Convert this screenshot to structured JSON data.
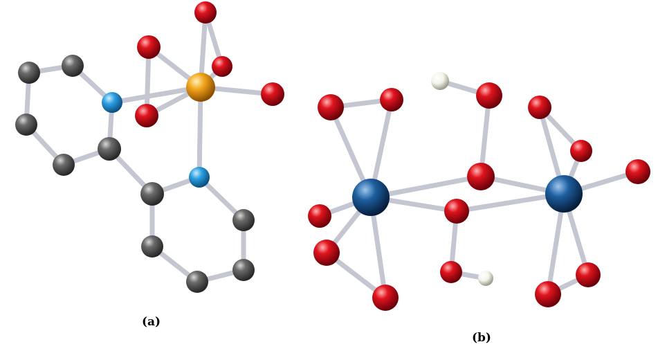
{
  "panels": [
    {
      "id": "a",
      "label": "(a)"
    },
    {
      "id": "b",
      "label": "(b)"
    }
  ],
  "atom_colors": {
    "carbon": "#6b6b6b",
    "nitrogen": "#2b9fe0",
    "oxygen": "#e0141e",
    "metal_a": "#f2a51c",
    "metal_b": "#1d5e9e",
    "hydrogen": "#f4f4ec",
    "bond": "#c4c6d2"
  }
}
